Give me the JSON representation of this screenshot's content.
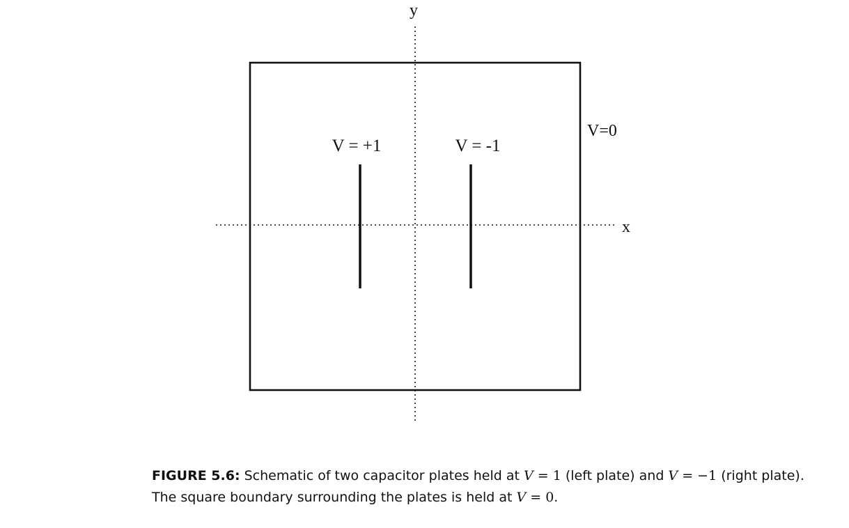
{
  "diagram": {
    "axis_x_label": "x",
    "axis_y_label": "y",
    "left_plate_label": "V = +1",
    "right_plate_label": "V = -1",
    "boundary_label": "V=0"
  },
  "caption": {
    "label": "FIGURE 5.6:",
    "line1_part1": " Schematic of two capacitor plates held at ",
    "line1_var1": "V",
    "line1_eq1": " = 1",
    "line1_part2": " (left plate) and ",
    "line1_var2": "V",
    "line1_eq2": " = −1",
    "line1_part3": " (right plate).",
    "line2_part1": "The square boundary surrounding the plates is held at ",
    "line2_var": "V",
    "line2_eq": " = 0",
    "line2_part2": "."
  },
  "colors": {
    "ink": "#111111",
    "background": "#ffffff"
  }
}
